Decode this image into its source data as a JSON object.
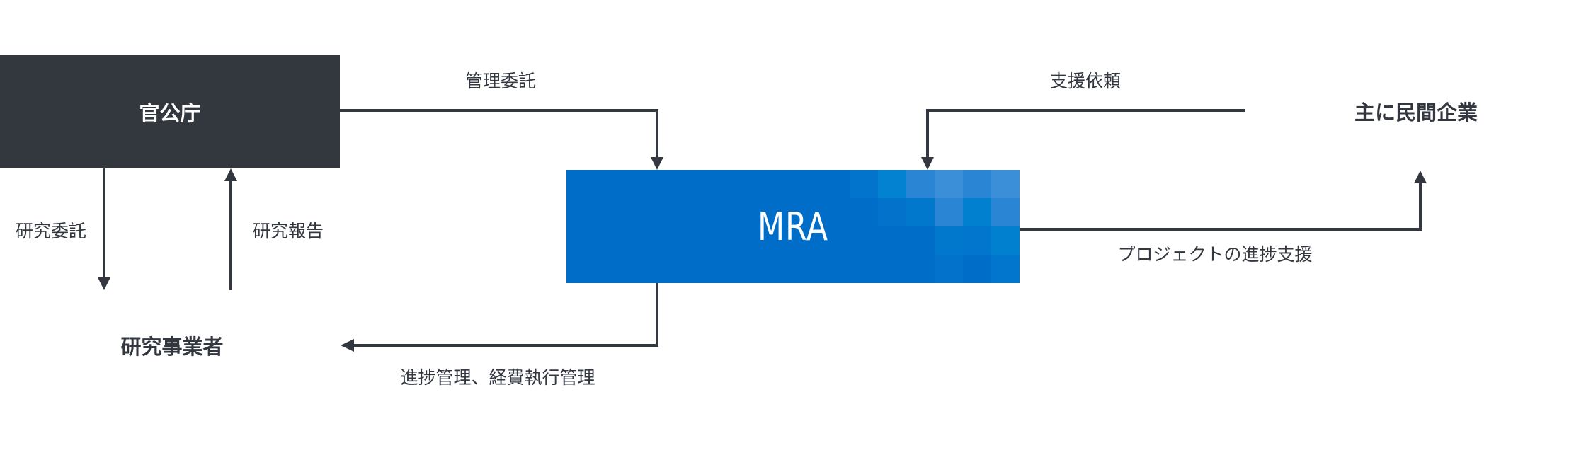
{
  "nodes": {
    "government": "官公庁",
    "mra": "MRA",
    "research_operators": "研究事業者",
    "private_companies": "主に民間企業"
  },
  "edges": {
    "management_commission": "管理委託",
    "research_commission": "研究委託",
    "research_report": "研究報告",
    "progress_budget_management": "進捗管理、経費執行管理",
    "support_request": "支援依頼",
    "project_progress_support": "プロジェクトの進捗支援"
  },
  "colors": {
    "government_box": "#33373e",
    "mra_box": "#006ec8",
    "line": "#333840"
  }
}
